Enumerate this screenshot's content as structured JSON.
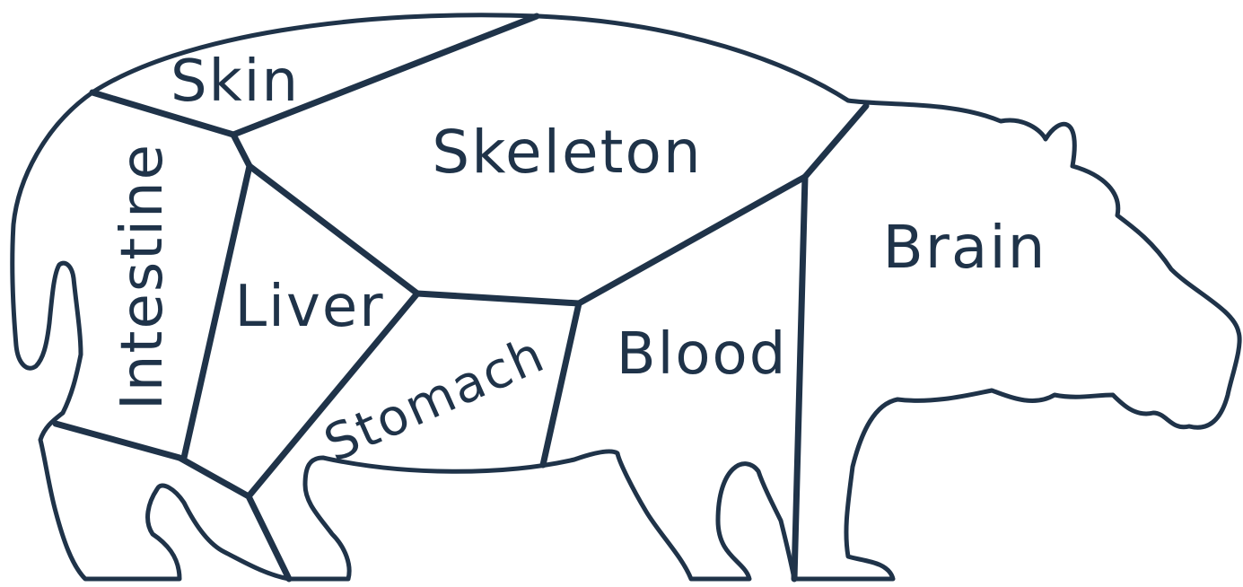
{
  "colors": {
    "stroke": "#1f3349",
    "label": "#1f3349",
    "background": "#ffffff"
  },
  "regions": {
    "skin": "Skin",
    "skeleton": "Skeleton",
    "intestine": "Intestine",
    "liver": "Liver",
    "stomach": "Stomach",
    "blood": "Blood",
    "brain": "Brain"
  }
}
